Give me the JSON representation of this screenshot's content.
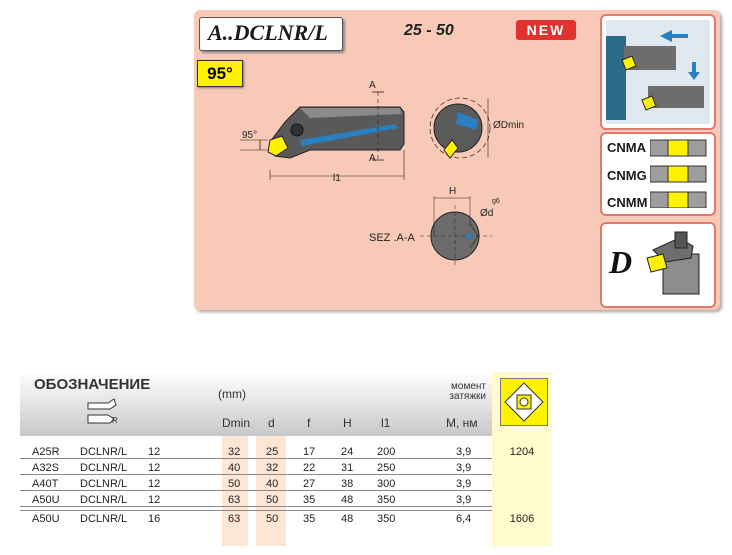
{
  "header": {
    "title": "A..DCLNR/L",
    "range": "25 -  50",
    "new_badge": "NEW",
    "angle": "95°"
  },
  "drawing": {
    "angle_label": "95°",
    "section_marker": "A",
    "length_label": "l1",
    "dmin_label": "ØDmin",
    "h_label": "H",
    "d_label": "Ød",
    "g6_label": "g6",
    "section_label": "SEZ .A-A"
  },
  "inserts": {
    "items": [
      "CNMA",
      "CNMG",
      "CNMM"
    ],
    "clamp_type": "D"
  },
  "table": {
    "title": "ОБОЗНАЧЕНИЕ",
    "unit": "(mm)",
    "moment_label": "момент затяжки",
    "columns": [
      "Dmin",
      "d",
      "f",
      "H",
      "l1",
      "M, нм"
    ],
    "rows": [
      {
        "code": "A25R",
        "model": "DCLNR/L",
        "size": "12",
        "dmin": "32",
        "d": "25",
        "f": "17",
        "h": "24",
        "l1": "200",
        "m": "3,9"
      },
      {
        "code": "A32S",
        "model": "DCLNR/L",
        "size": "12",
        "dmin": "40",
        "d": "32",
        "f": "22",
        "h": "31",
        "l1": "250",
        "m": "3,9"
      },
      {
        "code": "A40T",
        "model": "DCLNR/L",
        "size": "12",
        "dmin": "50",
        "d": "40",
        "f": "27",
        "h": "38",
        "l1": "300",
        "m": "3,9"
      },
      {
        "code": "A50U",
        "model": "DCLNR/L",
        "size": "12",
        "dmin": "63",
        "d": "50",
        "f": "35",
        "h": "48",
        "l1": "350",
        "m": "3,9"
      },
      {
        "code": "A50U",
        "model": "DCLNR/L",
        "size": "16",
        "dmin": "63",
        "d": "50",
        "f": "35",
        "h": "48",
        "l1": "350",
        "m": "6,4"
      }
    ],
    "insert_codes": [
      "1204",
      "1606"
    ]
  },
  "colors": {
    "panel": "#f9c9b8",
    "accent_red": "#e0322e",
    "yellow": "#fff200",
    "tool_blue": "#2a7fc1"
  }
}
